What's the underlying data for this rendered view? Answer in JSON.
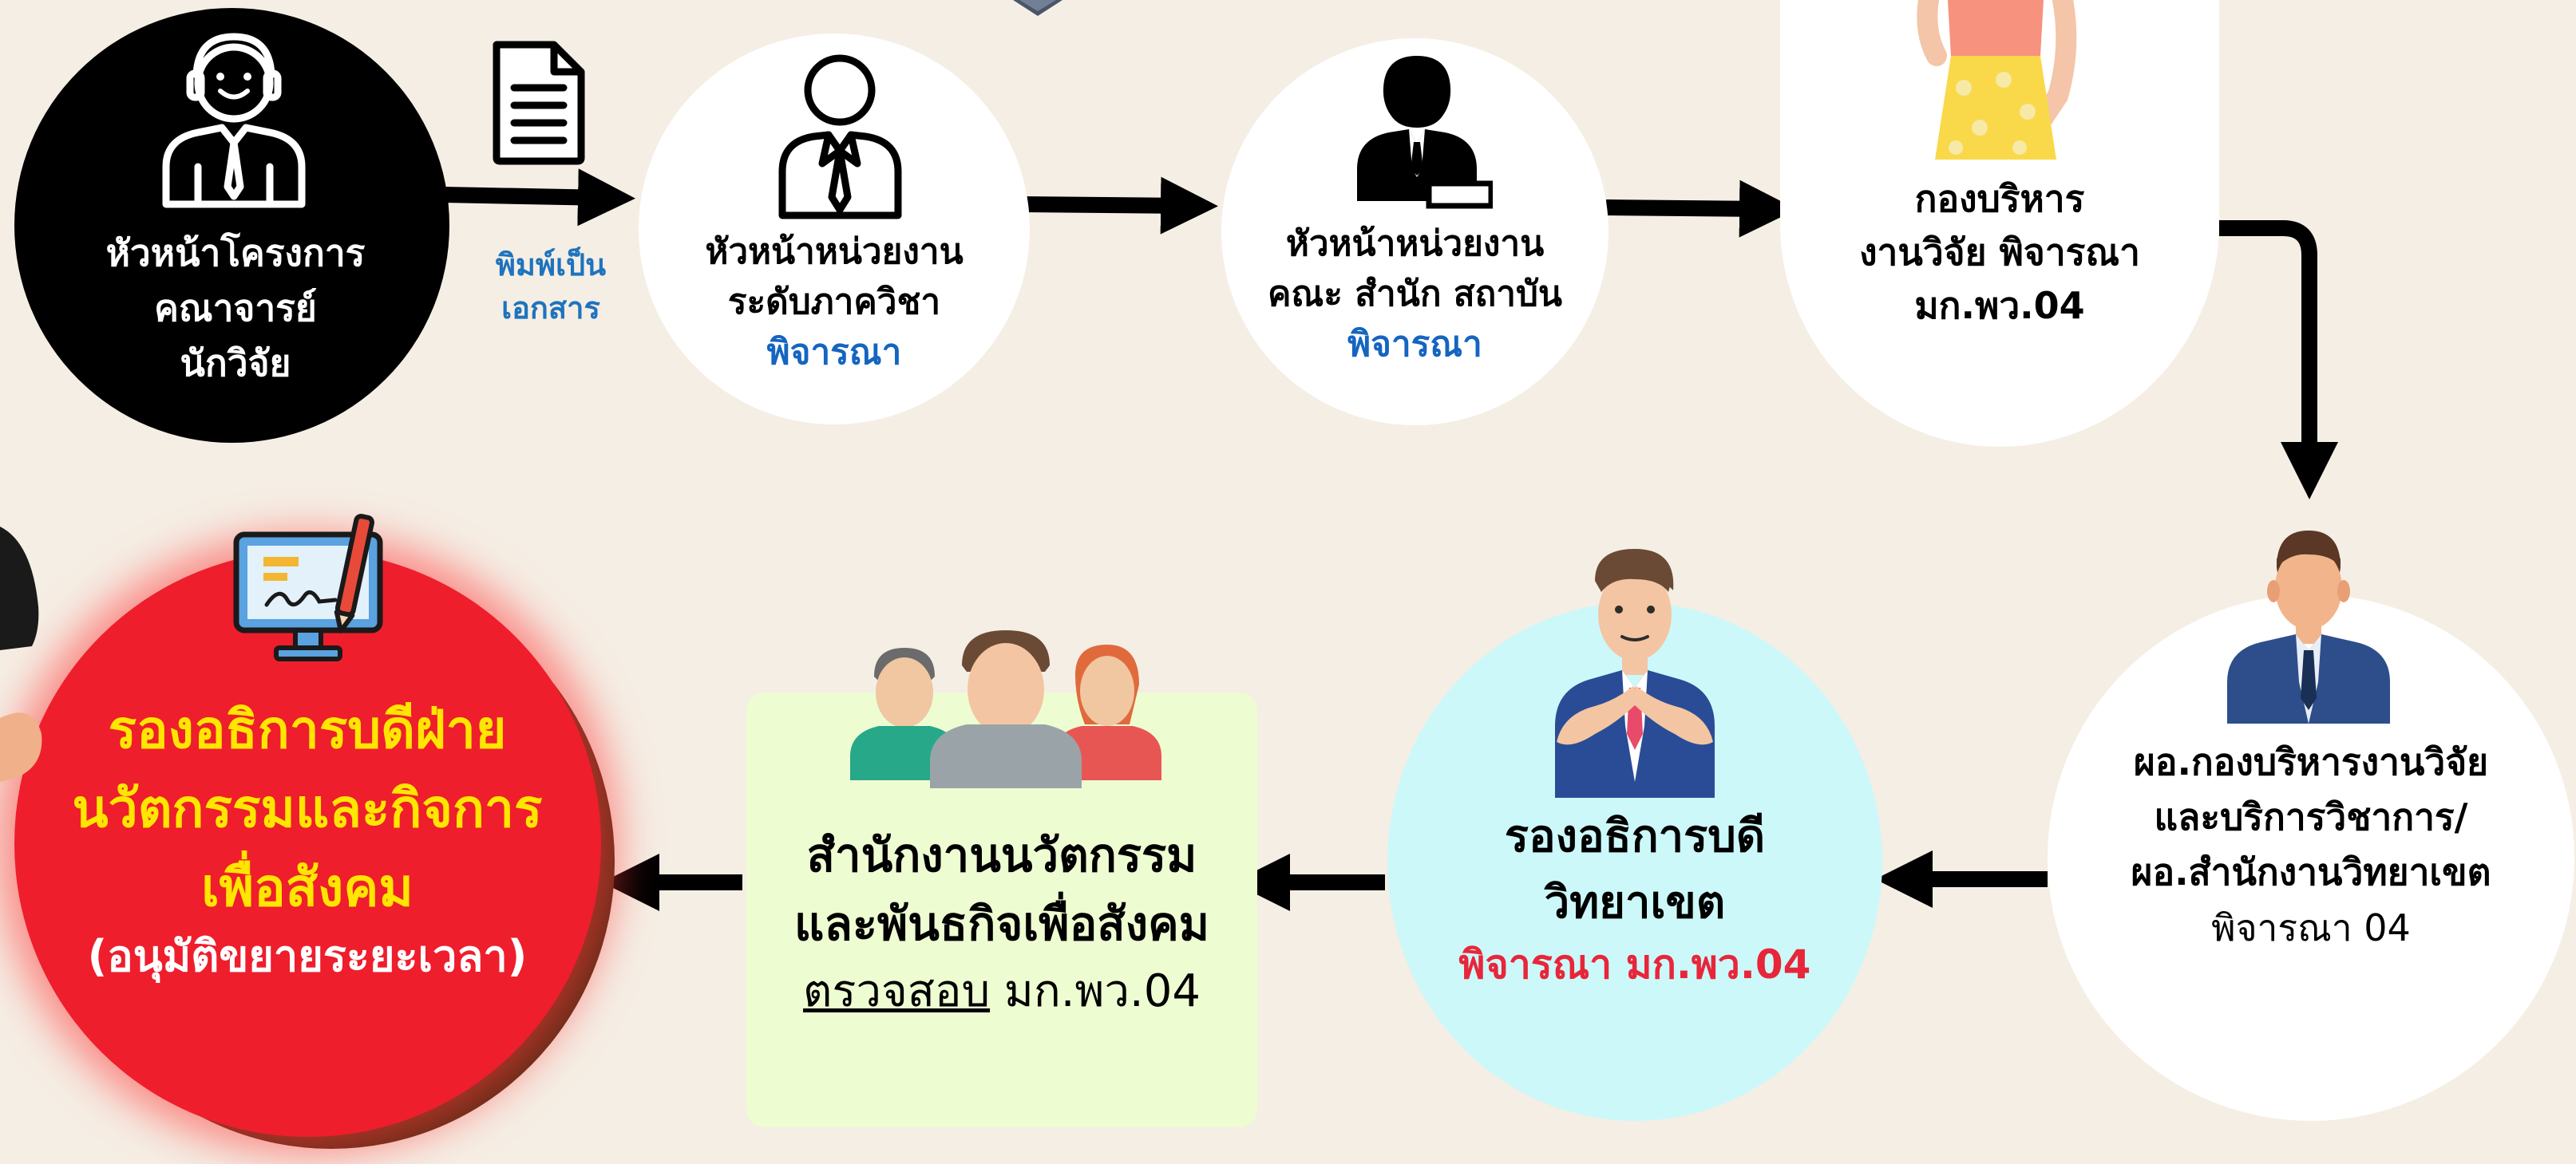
{
  "colors": {
    "background": "#f5eee4",
    "black_circle": "#000000",
    "white_circle": "#ffffff",
    "cyan_circle": "#ccf8fa",
    "green_box": "#eefcd2",
    "red_circle": "#ee1e2d",
    "consider_blue": "#1976d2",
    "consider_red": "#e8263a",
    "highlight_yellow": "#ffe600",
    "arrow": "#000000"
  },
  "doc_label": {
    "line1": "พิมพ์เป็น",
    "line2": "เอกสาร"
  },
  "nodes": {
    "project_head": {
      "line1": "หัวหน้าโครงการ",
      "line2": "คณาจารย์",
      "line3": "นักวิจัย",
      "icon": "teacher-icon"
    },
    "dept_head": {
      "line1": "หัวหน้าหน่วยงาน",
      "line2": "ระดับภาควิชา",
      "action": "พิจารณา",
      "icon": "person-tie-icon"
    },
    "faculty_head": {
      "line1": "หัวหน้าหน่วยงาน",
      "line2": "คณะ สำนัก สถาบัน",
      "action": "พิจารณา",
      "icon": "executive-icon"
    },
    "research_division": {
      "line1": "กองบริหาร",
      "line2": "งานวิจัย พิจารณา",
      "line3": "มก.พว.04",
      "icon": "woman-icon"
    },
    "director": {
      "line1": "ผอ.กองบริหารงานวิจัย",
      "line2": "และบริการวิชาการ/",
      "line3": "ผอ.สำนักงานวิทยาเขต",
      "line4": "พิจารณา 04",
      "icon": "businessman-icon"
    },
    "vice_president_campus": {
      "line1": "รองอธิการบดี",
      "line2": "วิทยาเขต",
      "action": "พิจารณา มก.พว.04",
      "icon": "man-suit-icon"
    },
    "innovation_office": {
      "line1": "สำนักงานนวัตกรรม",
      "line2": "และพันธกิจเพื่อสังคม",
      "action_underlined": "ตรวจสอบ",
      "action_rest": " มก.พว.04",
      "icon": "group-people-icon"
    },
    "vice_president_innovation": {
      "line1": "รองอธิการบดีฝ่าย",
      "line2": "นวัตกรรมและกิจการ",
      "line3": "เพื่อสังคม",
      "line4": "(อนุมัติขยายระยะเวลา)",
      "icon": "digital-signature-icon"
    }
  }
}
